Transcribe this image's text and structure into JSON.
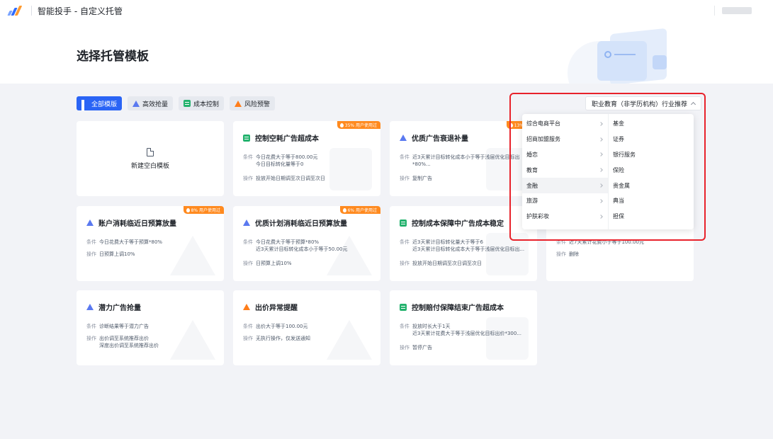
{
  "app": {
    "title": "智能投手 - 自定义托管"
  },
  "header": {
    "title": "选择托管模板"
  },
  "filters": [
    {
      "label": "全部模版",
      "icon": "grid-icon",
      "active": true
    },
    {
      "label": "高效抢量",
      "icon": "triangle-icon",
      "active": false
    },
    {
      "label": "成本控制",
      "icon": "list-icon",
      "active": false
    },
    {
      "label": "风险预警",
      "icon": "warning-icon",
      "active": false
    }
  ],
  "industry": {
    "selected": "职业教育（非学历机构）行业推荐"
  },
  "dropdown": {
    "categories": [
      "综合电商平台",
      "招商加盟服务",
      "婚恋",
      "教育",
      "金融",
      "旅游",
      "护肤彩妆"
    ],
    "selected_category": "金融",
    "subcategories": [
      "基金",
      "证券",
      "银行服务",
      "保险",
      "贵金属",
      "典当",
      "担保"
    ]
  },
  "new_card": {
    "label": "新建空白模板"
  },
  "labels": {
    "condition": "条件",
    "action": "操作"
  },
  "cards": [
    {
      "title": "控制空耗广告超成本",
      "icon": "list-icon",
      "badge": "35% 用户使用过",
      "condition": [
        "今日花费大于等于800.00元",
        "今日目标转化量等于0"
      ],
      "action": [
        "投放开始日期调至次日调至次日"
      ]
    },
    {
      "title": "优质广告衰退补量",
      "icon": "triangle-icon",
      "badge": "13% 用户",
      "condition": [
        "近3天累计目标转化成本小于等于浅层优化目标出",
        "*80%..."
      ],
      "action": [
        "复制广告"
      ]
    },
    {
      "title": "账户消耗临近日预算放量",
      "icon": "triangle-icon",
      "badge": "8% 用户使用过",
      "condition": [
        "今日花费大于等于预算*80%"
      ],
      "action": [
        "日预算上调10%"
      ]
    },
    {
      "title": "优质计划消耗临近日预算放量",
      "icon": "triangle-icon",
      "badge": "6% 用户使用过",
      "condition": [
        "今日花费大于等于预算*80%",
        "近3天累计目标转化成本小于等于50.00元"
      ],
      "action": [
        "日预算上调10%"
      ]
    },
    {
      "title": "控制成本保障中广告成本稳定",
      "icon": "list-icon",
      "badge": "",
      "condition": [
        "近3天累计目标转化量大于等于6",
        "近3天累计目标转化成本大于等于浅层优化目标出..."
      ],
      "action": [
        "投放开始日期调至次日调至次日"
      ]
    },
    {
      "title": "",
      "icon": "",
      "badge": "",
      "condition": [
        "近7天累计花费小于等于100.00元"
      ],
      "action": [
        "删除"
      ]
    },
    {
      "title": "潜力广告抢量",
      "icon": "triangle-icon",
      "badge": "",
      "condition": [
        "诊断结果等于潜力广告"
      ],
      "action": [
        "出价调至系统推荐出价",
        "深度出价调至系统推荐出价"
      ]
    },
    {
      "title": "出价异常提醒",
      "icon": "warning-icon",
      "badge": "",
      "condition": [
        "出价大于等于100.00元"
      ],
      "action": [
        "无执行操作，仅发送通知"
      ]
    },
    {
      "title": "控制赔付保障结束广告超成本",
      "icon": "list-icon",
      "badge": "",
      "condition": [
        "投放时长大于1天",
        "近3天累计花费大于等于浅层优化目标出价*300..."
      ],
      "action": [
        "暂停广告"
      ]
    }
  ],
  "colors": {
    "primary": "#2a64f5",
    "badge": "#ff8a1f",
    "highlight": "#e8222b",
    "list": "#23b26d",
    "warning": "#ff7d1a"
  }
}
